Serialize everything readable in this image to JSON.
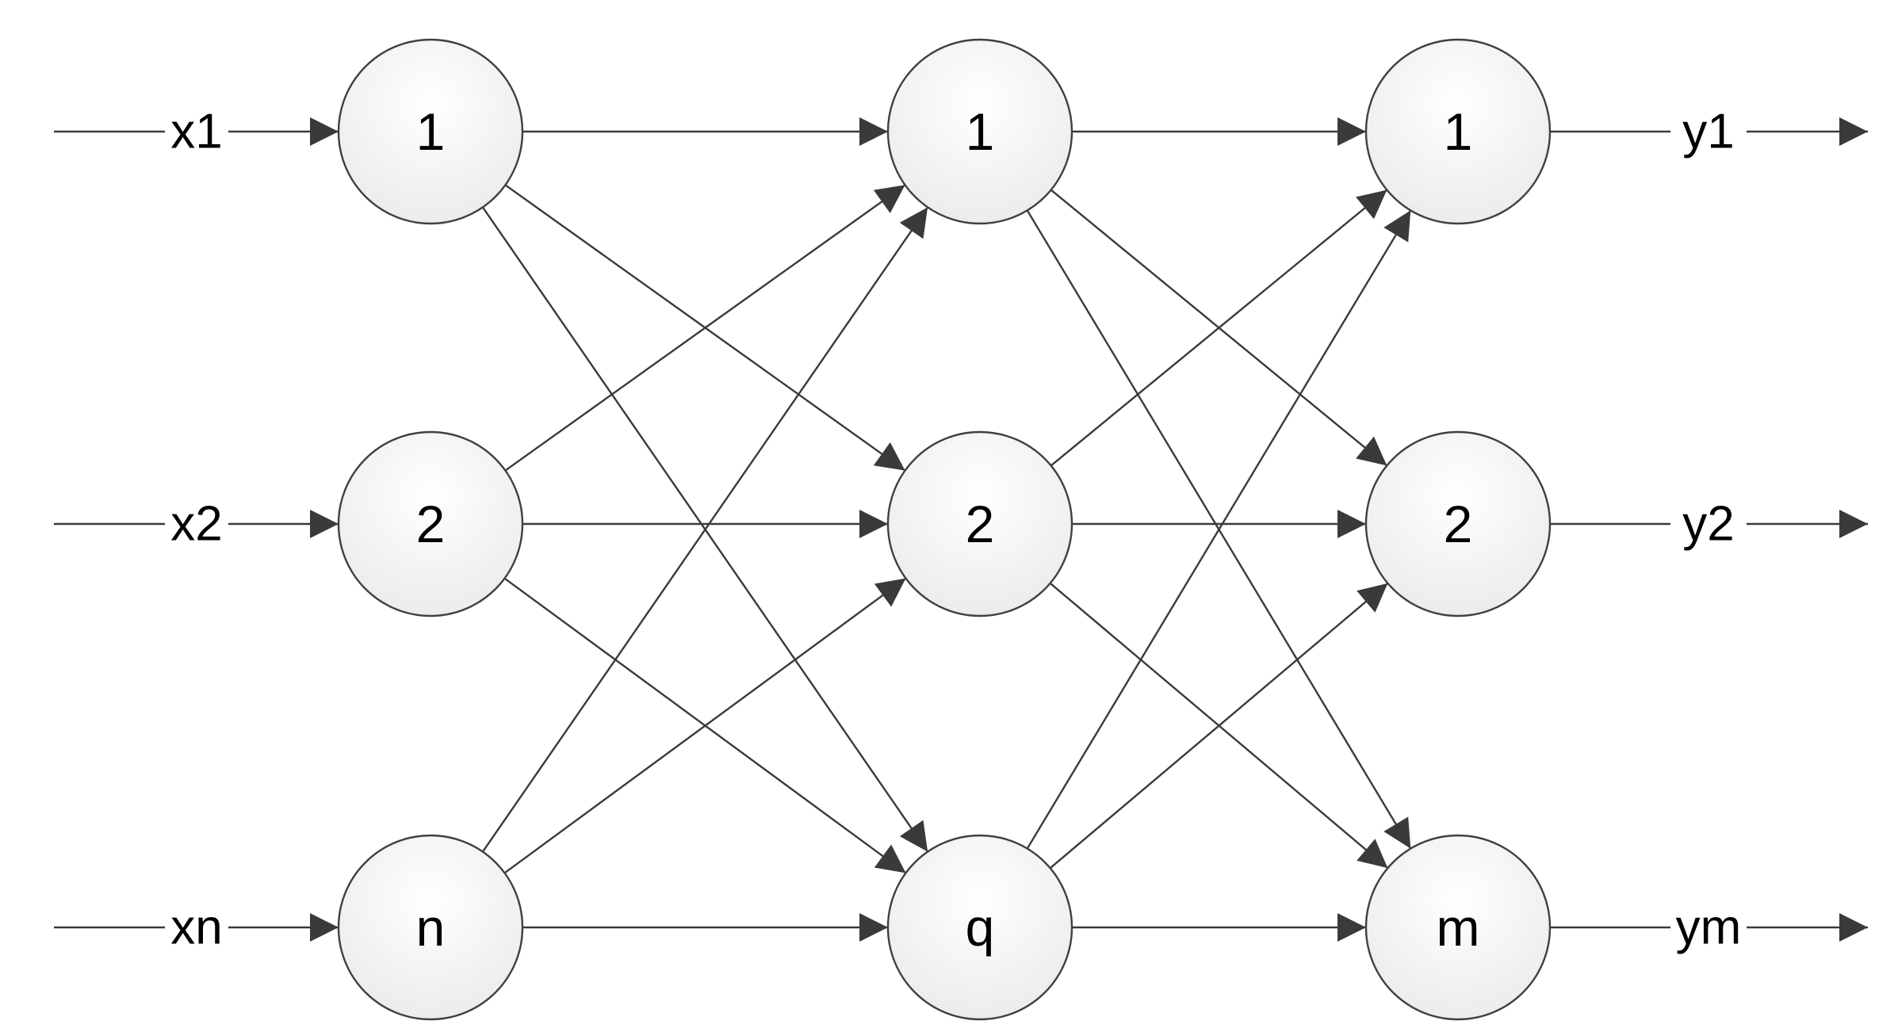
{
  "diagram": {
    "type": "neural-network",
    "layers": [
      {
        "id": "input",
        "nodes": [
          "1",
          "2",
          "n"
        ]
      },
      {
        "id": "hidden",
        "nodes": [
          "1",
          "2",
          "q"
        ]
      },
      {
        "id": "output",
        "nodes": [
          "1",
          "2",
          "m"
        ]
      }
    ],
    "inputs": [
      "x1",
      "x2",
      "xn"
    ],
    "outputs": [
      "y1",
      "y2",
      "ym"
    ],
    "connectivity": "fully-connected",
    "colors": {
      "line": "#3a3a3a",
      "node_fill_top": "#ffffff",
      "node_fill_bottom": "#ececec",
      "node_stroke": "#404040"
    }
  }
}
